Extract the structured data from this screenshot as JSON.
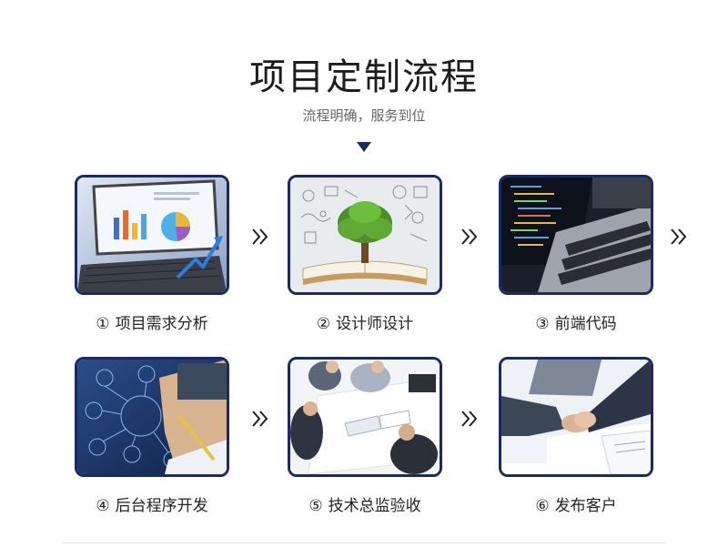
{
  "header": {
    "title": "项目定制流程",
    "subtitle": "流程明确，服务到位"
  },
  "accent_color": "#1c2a64",
  "steps": [
    {
      "number": "①",
      "label": "项目需求分析",
      "icon": "laptop-analytics-photo"
    },
    {
      "number": "②",
      "label": "设计师设计",
      "icon": "tree-book-sketch-photo"
    },
    {
      "number": "③",
      "label": "前端代码",
      "icon": "laptop-code-photo"
    },
    {
      "number": "④",
      "label": "后台程序开发",
      "icon": "tech-hand-network-photo"
    },
    {
      "number": "⑤",
      "label": "技术总监验收",
      "icon": "meeting-table-photo"
    },
    {
      "number": "⑥",
      "label": "发布客户",
      "icon": "handshake-photo"
    }
  ]
}
